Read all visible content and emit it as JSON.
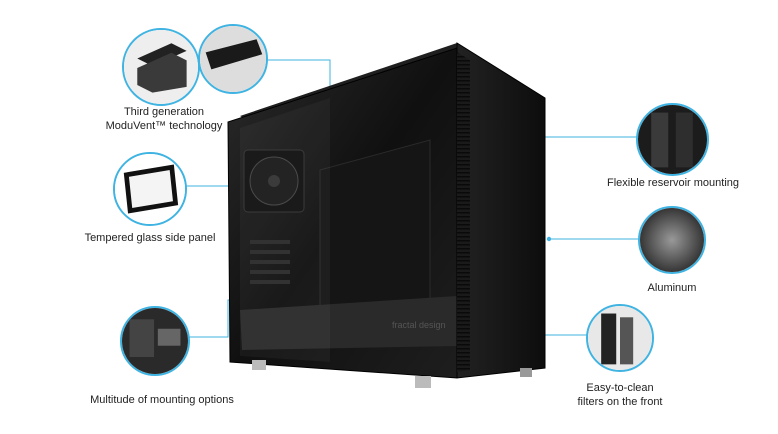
{
  "features": [
    {
      "id": "moduvent",
      "line1": "Third generation",
      "line2": "ModuVent™ technology"
    },
    {
      "id": "glass",
      "line1": "Tempered glass side panel"
    },
    {
      "id": "mounting",
      "line1": "Multitude of mounting options"
    },
    {
      "id": "reservoir",
      "line1": "Flexible reservoir mounting"
    },
    {
      "id": "aluminum",
      "line1": "Aluminum"
    },
    {
      "id": "filters",
      "line1": "Easy-to-clean",
      "line2": "filters on the front"
    }
  ],
  "brand": {
    "logo_text": "fractal design"
  },
  "colors": {
    "accent": "#3fb3e2",
    "case": "#1a1a1a"
  }
}
